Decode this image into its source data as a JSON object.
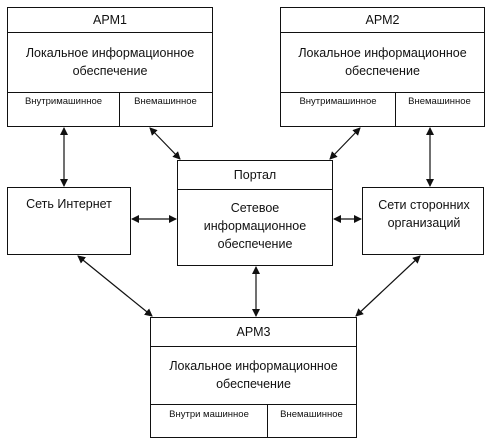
{
  "arm1": {
    "title": "АРМ1",
    "body": "Локальное информационное обеспечение",
    "left": "Внутримашинное",
    "right": "Внемашинное"
  },
  "arm2": {
    "title": "АРМ2",
    "body": "Локальное информационное обеспечение",
    "left": "Внутримашинное",
    "right": "Внемашинное"
  },
  "arm3": {
    "title": "АРМ3",
    "body": "Локальное информационное обеспечение",
    "left": "Внутри машинное",
    "right": "Внемашинное"
  },
  "portal": {
    "title": "Портал",
    "body": "Сетевое информационное обеспечение"
  },
  "internet": {
    "label": "Сеть Интернет"
  },
  "third_party": {
    "label": "Сети сторонних организаций"
  }
}
